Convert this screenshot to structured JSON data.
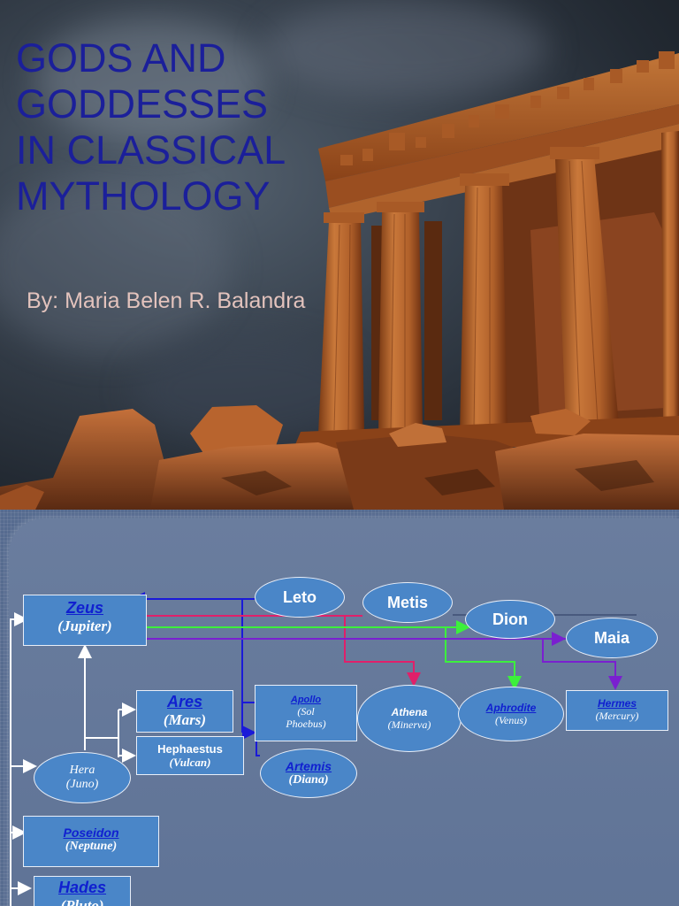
{
  "slide1": {
    "title_lines": [
      "GODS AND",
      "GODDESSES",
      "IN CLASSICAL",
      "MYTHOLOGY"
    ],
    "byline": "By: Maria Belen R. Balandra",
    "colors": {
      "title": "#1b1f9a",
      "byline": "#e3c3bd",
      "stone": "#b5652d"
    }
  },
  "slide2": {
    "zeus": {
      "name": "Zeus",
      "roman": "(Jupiter)"
    },
    "leto": {
      "name": "Leto"
    },
    "metis": {
      "name": "Metis"
    },
    "dion": {
      "name": "Dion"
    },
    "maia": {
      "name": "Maia"
    },
    "ares": {
      "name": "Ares",
      "roman": "(Mars)"
    },
    "hephaestus": {
      "name": "Hephaestus",
      "roman": "(Vulcan)"
    },
    "hera": {
      "name": "Hera",
      "roman": "(Juno)"
    },
    "apollo": {
      "name": "Apollo",
      "roman_line1": "(Sol",
      "roman_line2": "Phoebus)"
    },
    "artemis": {
      "name": "Artemis",
      "roman": "(Diana)"
    },
    "athena": {
      "name": "Athena",
      "roman": "(Minerva)"
    },
    "aphrodite": {
      "name": "Aphrodite",
      "roman": "(Venus)"
    },
    "hermes": {
      "name": "Hermes",
      "roman": "(Mercury)"
    },
    "poseidon": {
      "name": "Poseidon",
      "roman": "(Neptune)"
    },
    "hades": {
      "name": "Hades",
      "roman": "(Pluto)"
    },
    "colors": {
      "node_fill": "#4a86c8",
      "link_text": "#1020d0",
      "leto_line": "#1a1ad8",
      "metis_line": "#e0206a",
      "dion_line": "#3cf03c",
      "maia_line": "#7a20d0"
    }
  }
}
